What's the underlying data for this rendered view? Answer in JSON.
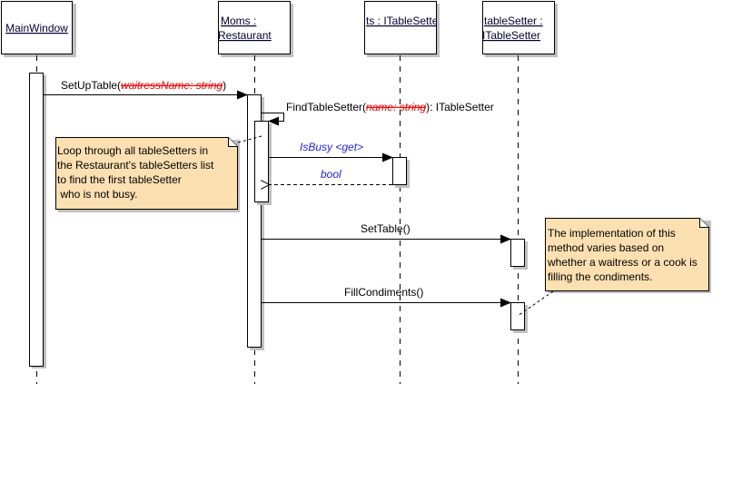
{
  "diagram": {
    "type": "uml-sequence",
    "colors": {
      "note_fill": "#fde0b2",
      "shadow": "#c0c0c0",
      "strikethrough_param": "#ee0000",
      "return_text": "#2222dd",
      "line": "#000000"
    },
    "lifelines": [
      {
        "id": "mainwindow",
        "label_lines": [
          "MainWindow"
        ]
      },
      {
        "id": "moms",
        "label_lines": [
          "Moms :",
          "Restaurant"
        ]
      },
      {
        "id": "ts",
        "label_lines": [
          "ts : ITableSetter"
        ]
      },
      {
        "id": "tablesetter",
        "label_lines": [
          "tableSetter :",
          "ITableSetter"
        ]
      }
    ],
    "messages": [
      {
        "id": "setuptable",
        "from": "mainwindow",
        "to": "moms",
        "kind": "sync",
        "name": "SetUpTable(",
        "params_struck": "waitressName: string",
        "suffix": ")"
      },
      {
        "id": "findtablesetter",
        "from": "moms",
        "to": "moms",
        "kind": "self",
        "name": "FindTableSetter(",
        "params_struck": "name: string",
        "suffix": "): ITableSetter"
      },
      {
        "id": "isbusy",
        "from": "moms",
        "to": "ts",
        "kind": "sync",
        "label": "IsBusy <get>"
      },
      {
        "id": "bool",
        "from": "ts",
        "to": "moms",
        "kind": "return",
        "label": "bool"
      },
      {
        "id": "settable",
        "from": "moms",
        "to": "tablesetter",
        "kind": "sync",
        "label": "SetTable()"
      },
      {
        "id": "fillcondiments",
        "from": "moms",
        "to": "tablesetter",
        "kind": "sync",
        "label": "FillCondiments()"
      }
    ],
    "notes": [
      {
        "id": "loop-note",
        "attached_to": "findtablesetter",
        "lines": [
          "Loop through all tableSetters in",
          "the Restaurant's tableSetters list",
          "to find the first tableSetter",
          " who is not busy."
        ]
      },
      {
        "id": "impl-note",
        "attached_to": "fillcondiments",
        "lines": [
          "The implementation of this",
          "method varies based on",
          "whether a waitress or a cook is",
          "filling the condiments."
        ]
      }
    ]
  }
}
